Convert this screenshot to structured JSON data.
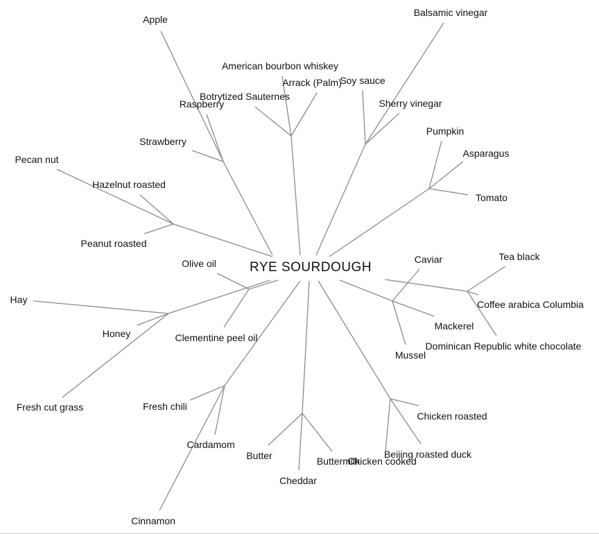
{
  "root": "RYE SOURDOUGH",
  "line_color": "#8a8a8a",
  "groups": [
    {
      "leaves": [
        "Apple",
        "Raspberry",
        "Strawberry"
      ]
    },
    {
      "leaves": [
        "Pecan nut",
        "Hazelnut roasted",
        "Peanut roasted"
      ]
    },
    {
      "leaves": [
        "American bourbon whiskey",
        "Botrytized Sauternes",
        "Arrack (Palm)"
      ]
    },
    {
      "leaves": [
        "Balsamic vinegar",
        "Soy sauce",
        "Sherry vinegar"
      ]
    },
    {
      "leaves": [
        "Pumpkin",
        "Asparagus",
        "Tomato"
      ]
    },
    {
      "leaves": [
        "Caviar",
        "Mackerel",
        "Mussel"
      ]
    },
    {
      "leaves": [
        "Tea black",
        "Coffee arabica Columbia",
        "Dominican Republic white chocolate"
      ]
    },
    {
      "leaves": [
        "Chicken roasted",
        "Beijing roasted duck",
        "Chicken cooked"
      ]
    },
    {
      "leaves": [
        "Butter",
        "Cheddar",
        "Buttermilk"
      ]
    },
    {
      "leaves": [
        "Fresh chili",
        "Cardamom",
        "Cinnamon"
      ]
    },
    {
      "leaves": [
        "Olive oil",
        "Clementine peel oil"
      ]
    },
    {
      "leaves": [
        "Hay",
        "Honey",
        "Fresh cut grass"
      ]
    }
  ]
}
